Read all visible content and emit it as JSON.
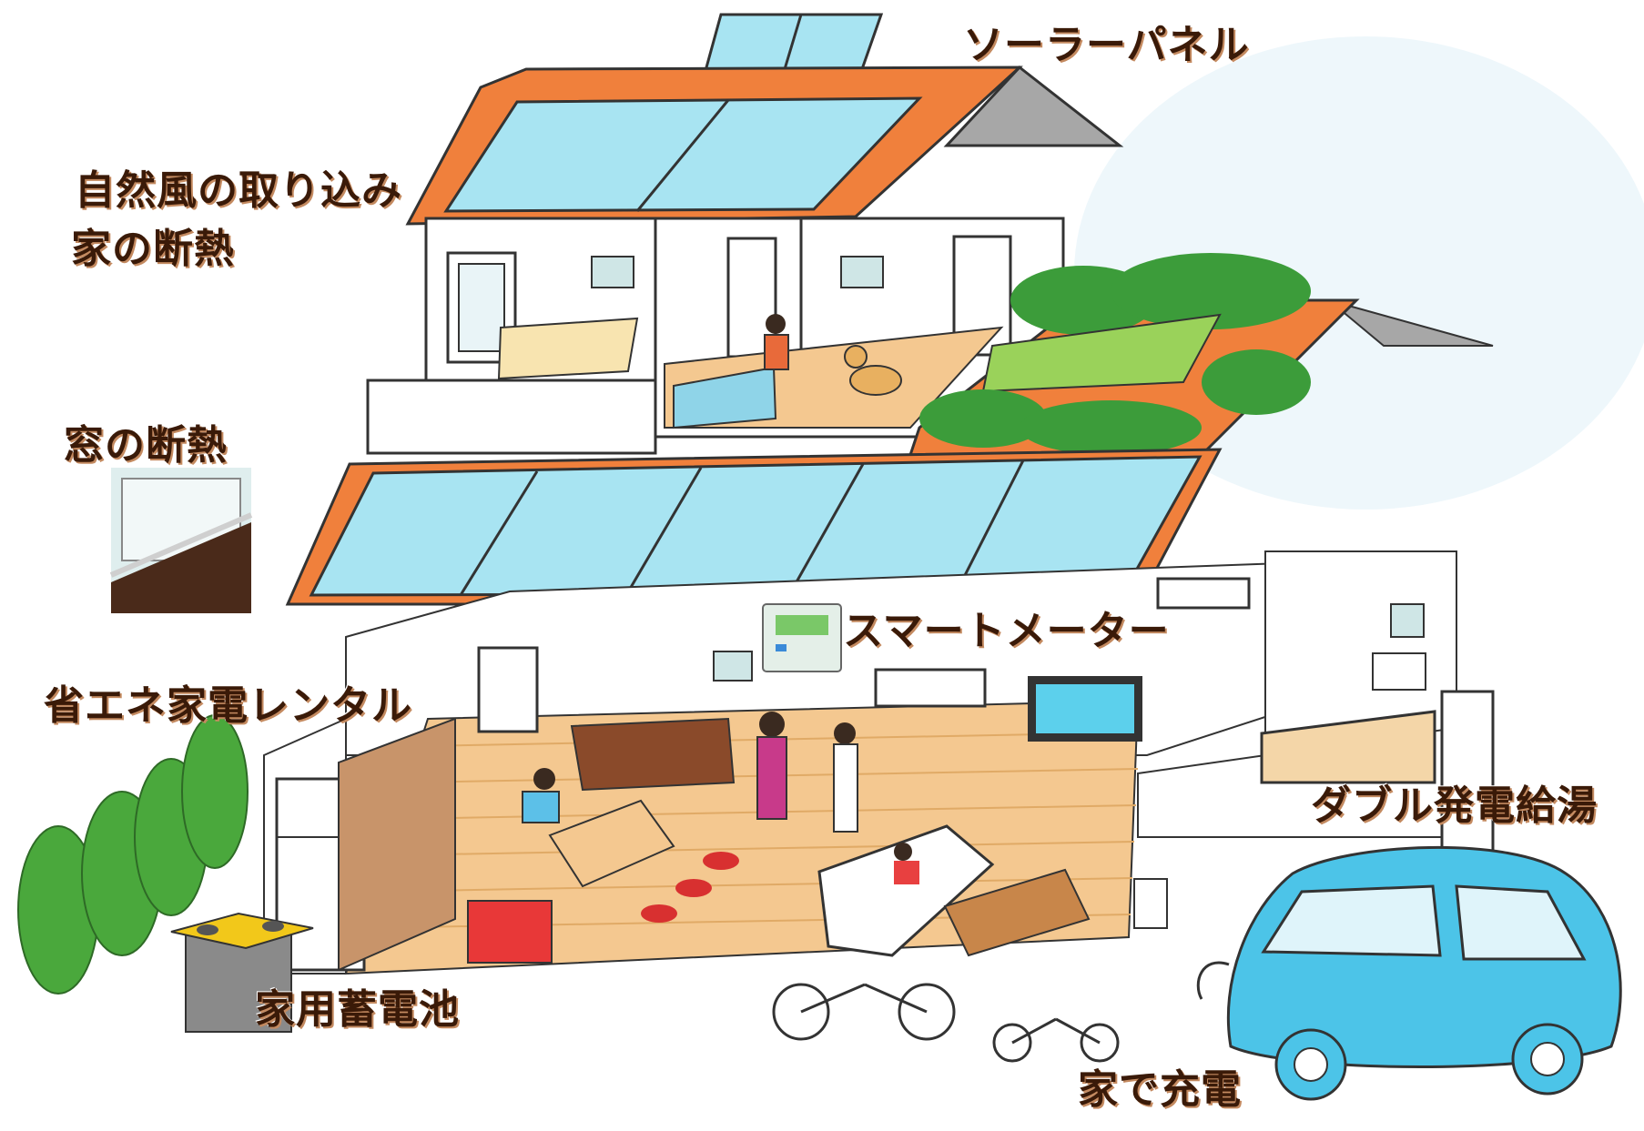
{
  "labels": {
    "solar_panel": "ソーラーパネル",
    "natural_wind": "自然風の取り込み",
    "house_insulation": "家の断熱",
    "window_insulation": "窓の断熱",
    "smart_meter": "スマートメーター",
    "appliance_rental": "省エネ家電レンタル",
    "double_power": "ダブル発電給湯",
    "home_battery": "家用蓄電池",
    "home_charging": "家で充電"
  },
  "colors": {
    "roof_orange": "#f0803c",
    "glass_blue": "#a8e4f2",
    "floor_wood": "#f4c890",
    "tree_green": "#4aa83c",
    "car_blue": "#4cc4e8",
    "label_text": "#3a1a08"
  }
}
